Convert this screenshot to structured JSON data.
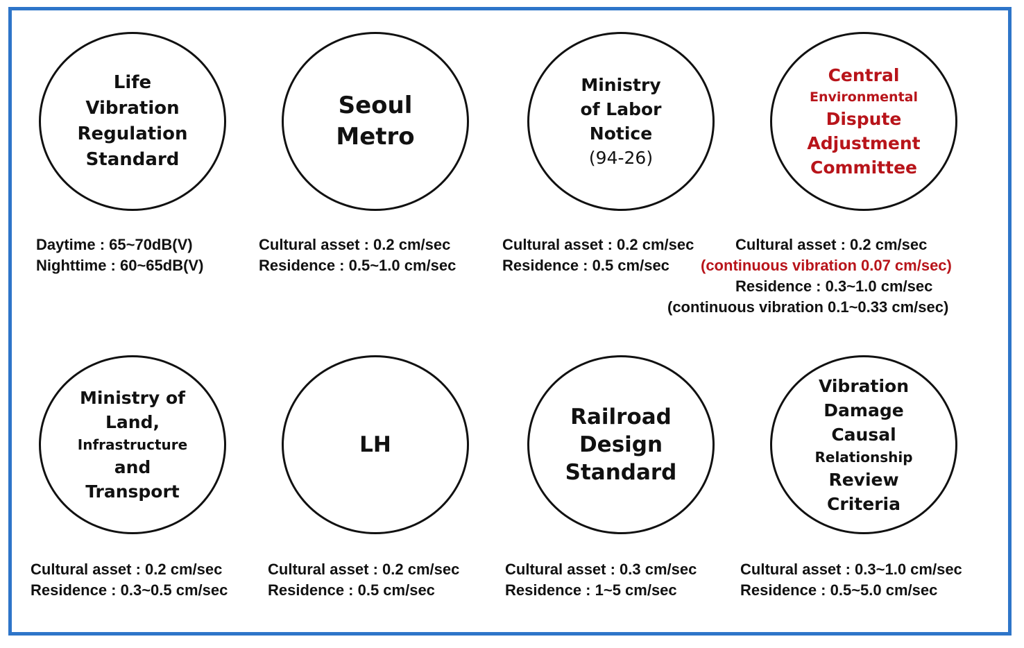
{
  "top_row": [
    {
      "title_lines": [
        "Life",
        "Vibration",
        "Regulation",
        "Standard"
      ],
      "captions": [
        "Daytime : 65~70dB(V)",
        "Nighttime : 60~65dB(V)"
      ]
    },
    {
      "title_lines": [
        "Seoul",
        "Metro"
      ],
      "captions": [
        "Cultural asset : 0.2 cm/sec",
        "Residence : 0.5~1.0 cm/sec"
      ]
    },
    {
      "title_lines": [
        "Ministry",
        "of Labor",
        "Notice",
        "(94-26)"
      ],
      "captions": [
        "Cultural asset : 0.2 cm/sec",
        "Residence : 0.5 cm/sec"
      ]
    },
    {
      "title_lines": [
        "Central",
        "Environmental",
        "Dispute",
        "Adjustment",
        "Committee"
      ],
      "title_color": "#b8141a",
      "captions": [
        "Cultural asset : 0.2 cm/sec",
        "(continuous vibration 0.07 cm/sec)",
        "Residence : 0.3~1.0 cm/sec",
        "(continuous vibration 0.1~0.33 cm/sec)"
      ]
    }
  ],
  "bottom_row": [
    {
      "title_lines": [
        "Ministry of",
        "Land,",
        "Infrastructure",
        "and",
        "Transport"
      ],
      "captions": [
        "Cultural asset : 0.2 cm/sec",
        "Residence : 0.3~0.5 cm/sec"
      ]
    },
    {
      "title_lines": [
        "LH"
      ],
      "captions": [
        "Cultural asset : 0.2 cm/sec",
        "Residence : 0.5 cm/sec"
      ]
    },
    {
      "title_lines": [
        "Railroad",
        "Design",
        "Standard"
      ],
      "captions": [
        "Cultural asset : 0.3 cm/sec",
        "Residence : 1~5 cm/sec"
      ]
    },
    {
      "title_lines": [
        "Vibration",
        "Damage",
        "Causal",
        "Relationship",
        "Review",
        "Criteria"
      ],
      "captions": [
        "Cultural asset : 0.3~1.0 cm/sec",
        "Residence : 0.5~5.0 cm/sec"
      ]
    }
  ],
  "colors": {
    "frame_border": "#2e75c9",
    "highlight": "#b8141a",
    "text": "#111111"
  }
}
